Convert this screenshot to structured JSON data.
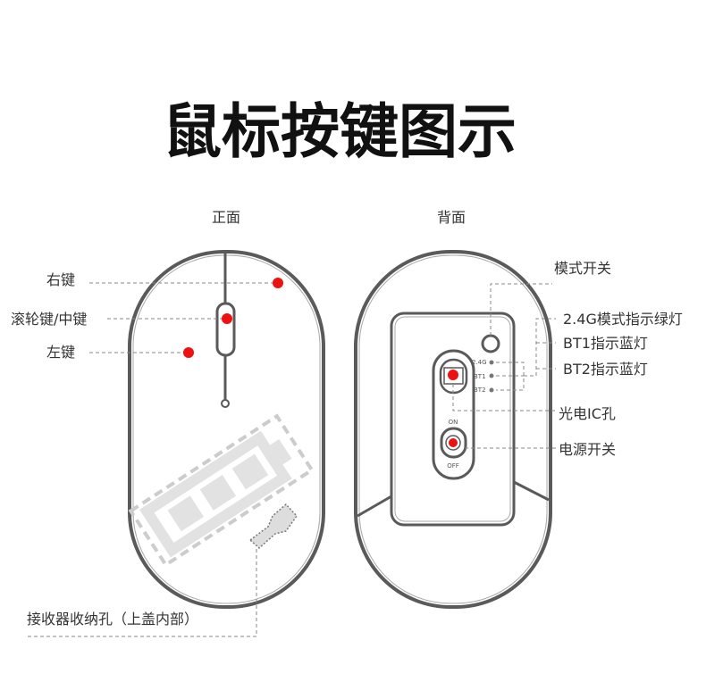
{
  "title": "鼠标按键图示",
  "front": {
    "heading": "正面",
    "labels": {
      "right_button": "右键",
      "wheel": "滚轮键/中键",
      "left_button": "左键",
      "receiver_storage": "接收器收纳孔（上盖内部）"
    }
  },
  "back": {
    "heading": "背面",
    "labels": {
      "mode_switch": "模式开关",
      "led_24g": "2.4G模式指示绿灯",
      "led_bt1": "BT1指示蓝灯",
      "led_bt2": "BT2指示蓝灯",
      "sensor": "光电IC孔",
      "power_switch": "电源开关"
    },
    "device_text": {
      "led_24g": "2.4G",
      "led_bt1": "BT1",
      "led_bt2": "BT2",
      "on": "ON",
      "off": "OFF"
    }
  },
  "colors": {
    "marker": "#ee1111",
    "outline": "#5a5a5a"
  }
}
